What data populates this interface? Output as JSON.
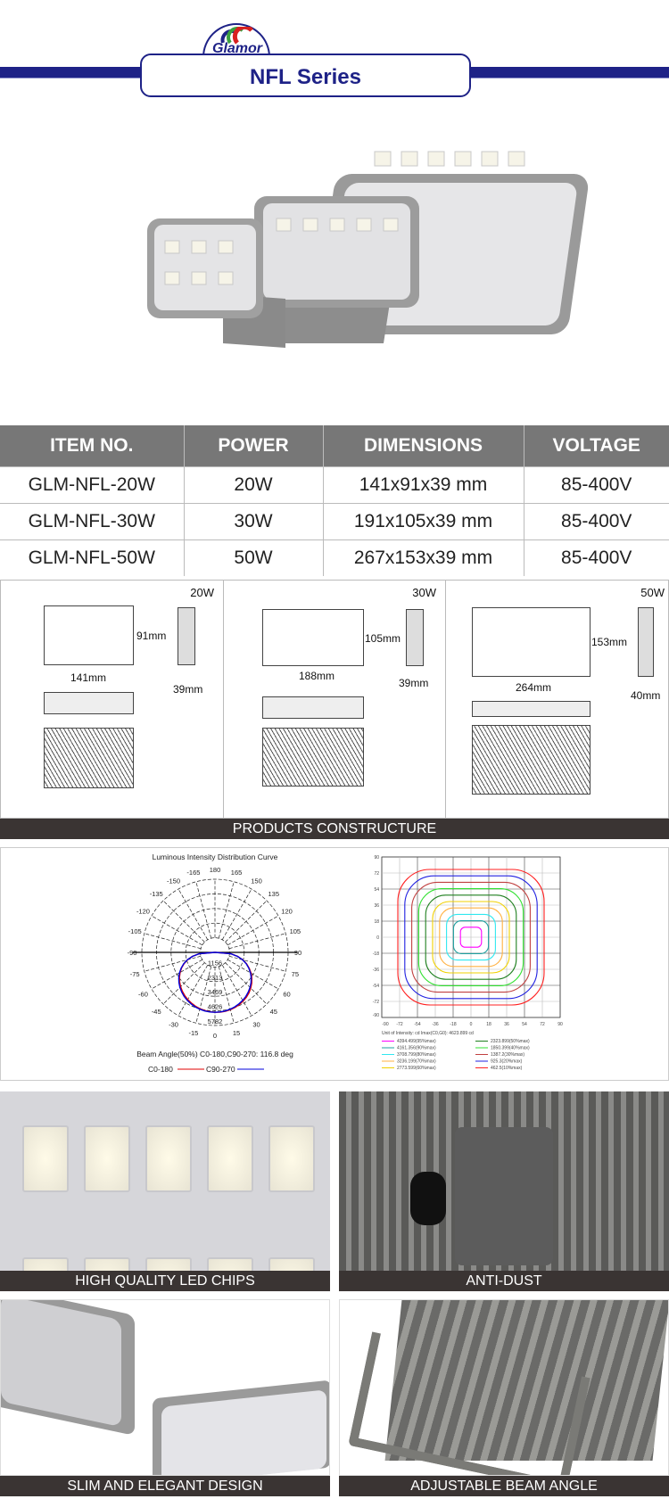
{
  "header": {
    "logo_text": "Glamor",
    "series_title": "NFL Series",
    "brand_color": "#1e2287"
  },
  "spec_table": {
    "columns": [
      "ITEM NO.",
      "POWER",
      "DIMENSIONS",
      "VOLTAGE"
    ],
    "rows": [
      [
        "GLM-NFL-20W",
        "20W",
        "141x91x39 mm",
        "85-400V"
      ],
      [
        "GLM-NFL-30W",
        "30W",
        "191x105x39 mm",
        "85-400V"
      ],
      [
        "GLM-NFL-50W",
        "50W",
        "267x153x39 mm",
        "85-400V"
      ]
    ]
  },
  "construction": {
    "caption": "PRODUCTS CONSTRUCTURE",
    "models": [
      {
        "label": "20W",
        "width": "141mm",
        "height": "91mm",
        "depth": "39mm"
      },
      {
        "label": "30W",
        "width": "188mm",
        "height": "105mm",
        "depth": "39mm"
      },
      {
        "label": "50W",
        "width": "264mm",
        "height": "153mm",
        "depth": "40mm"
      }
    ]
  },
  "polar_chart": {
    "title": "Luminous Intensity Distribution Curve",
    "angle_labels": [
      "180",
      "165",
      "150",
      "135",
      "120",
      "105",
      "90",
      "75",
      "60",
      "45",
      "30",
      "15",
      "0",
      "-15",
      "-30",
      "-45",
      "-60",
      "-75",
      "-90",
      "-105",
      "-120",
      "-135",
      "-150",
      "-165"
    ],
    "ring_labels": [
      "1156",
      "2313",
      "3469",
      "4626",
      "5782"
    ],
    "beam_angle": "Beam Angle(50%) C0-180,C90-270: 116.8 deg",
    "legend": [
      {
        "name": "C0-180",
        "color": "#e00000"
      },
      {
        "name": "C90-270",
        "color": "#0000dd"
      }
    ]
  },
  "isolux_chart": {
    "axis_ticks": [
      "-90",
      "-72",
      "-54",
      "-36",
      "-18",
      "0",
      "18",
      "36",
      "54",
      "72",
      "90"
    ],
    "unit_text": "Unit of Intensity: cd     Imax(C0,G0): 4623.899 cd",
    "legend": [
      {
        "label": "4394.499(95%max)",
        "color": "#ff00ff"
      },
      {
        "label": "4161.356(90%max)",
        "color": "#20a0a0"
      },
      {
        "label": "3708.799(80%max)",
        "color": "#30e8f0"
      },
      {
        "label": "3236.199(70%max)",
        "color": "#ffb040"
      },
      {
        "label": "2773.599(60%max)",
        "color": "#f0d000"
      },
      {
        "label": "2323.899(50%max)",
        "color": "#208020"
      },
      {
        "label": "1850.399(40%max)",
        "color": "#30e030"
      },
      {
        "label": "1387.2(30%max)",
        "color": "#c04040"
      },
      {
        "label": "925.3(20%max)",
        "color": "#2020e0"
      },
      {
        "label": "462.5(10%max)",
        "color": "#ff2020"
      }
    ]
  },
  "features": [
    {
      "caption": "HIGH QUALITY LED CHIPS"
    },
    {
      "caption": "ANTI-DUST"
    },
    {
      "caption": "SLIM AND ELEGANT DESIGN"
    },
    {
      "caption": "ADJUSTABLE BEAM ANGLE"
    }
  ]
}
